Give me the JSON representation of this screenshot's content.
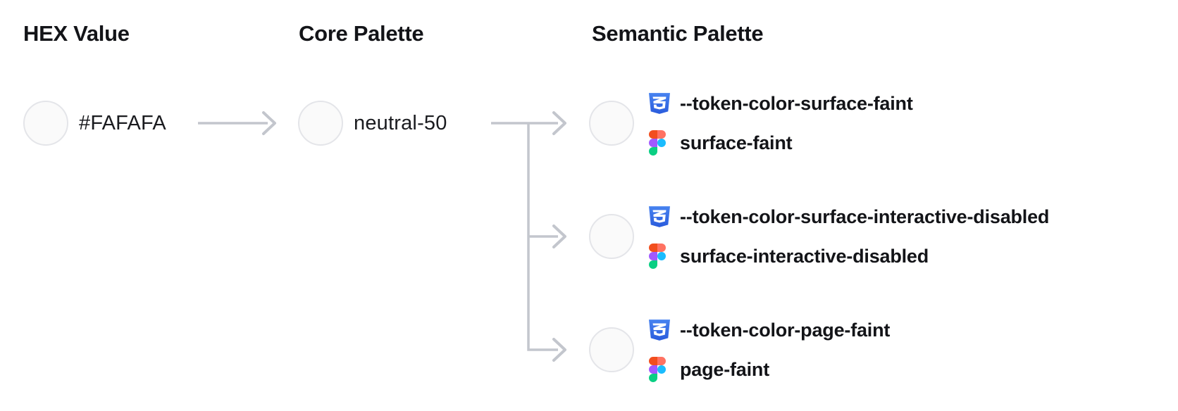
{
  "diagram": {
    "hex": {
      "title": "HEX Value",
      "value": "#FAFAFA"
    },
    "core": {
      "title": "Core Palette",
      "value": "neutral-50"
    },
    "semantic": {
      "title": "Semantic Palette",
      "items": [
        {
          "css_var": "--token-color-surface-faint",
          "figma_name": "surface-faint"
        },
        {
          "css_var": "--token-color-surface-interactive-disabled",
          "figma_name": "surface-interactive-disabled"
        },
        {
          "css_var": "--token-color-page-faint",
          "figma_name": "page-faint"
        }
      ]
    }
  },
  "icons": {
    "css": "css3-shield-icon",
    "figma": "figma-logo-icon"
  },
  "colors": {
    "swatch-fill": "#FAFAFA",
    "swatch-border": "#E4E5E9",
    "connector": "#C3C6CD",
    "heading-text": "#131418",
    "body-text": "#1A1B1F",
    "css-icon-blue-top": "#4783F0",
    "css-icon-blue-bottom": "#2A5BDC",
    "figma-red": "#F24E1E",
    "figma-salmon": "#FF7262",
    "figma-purple": "#A259FF",
    "figma-blue": "#1ABCFE",
    "figma-green": "#0ACF83"
  }
}
